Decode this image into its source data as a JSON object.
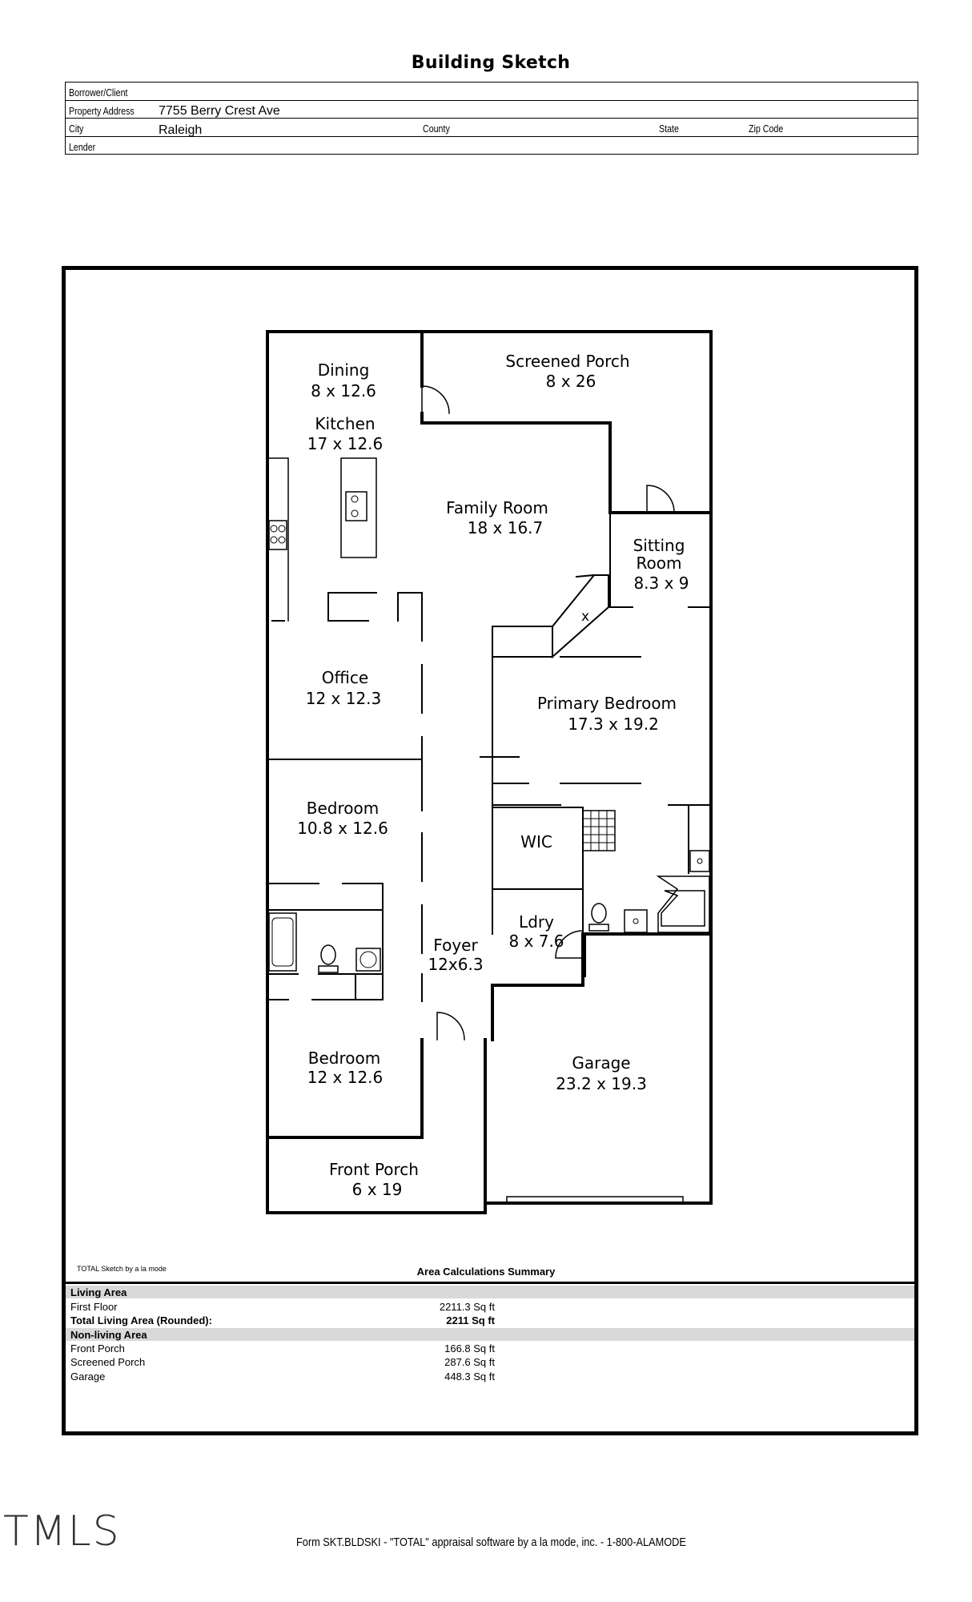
{
  "header": {
    "title": "Building Sketch",
    "borrower_label": "Borrower/Client",
    "borrower_value": "",
    "address_label": "Property Address",
    "address_value": "7755 Berry Crest Ave",
    "city_label": "City",
    "city_value": "Raleigh",
    "county_label": "County",
    "county_value": "",
    "state_label": "State",
    "state_value": "",
    "zip_label": "Zip Code",
    "zip_value": "",
    "lender_label": "Lender",
    "lender_value": ""
  },
  "rooms": [
    {
      "id": "dining",
      "name": "Dining",
      "dims": "8 x 12.6"
    },
    {
      "id": "kitchen",
      "name": "Kitchen",
      "dims": "17 x 12.6"
    },
    {
      "id": "screened-porch",
      "name": "Screened Porch",
      "dims": "8 x 26"
    },
    {
      "id": "family-room",
      "name": "Family Room",
      "dims": "18 x 16.7"
    },
    {
      "id": "sitting-room",
      "name": "Sitting Room",
      "dims": "8.3 x 9"
    },
    {
      "id": "office",
      "name": "Office",
      "dims": "12 x 12.3"
    },
    {
      "id": "primary-bedroom",
      "name": "Primary Bedroom",
      "dims": "17.3 x 19.2"
    },
    {
      "id": "bedroom-1",
      "name": "Bedroom",
      "dims": "10.8 x 12.6"
    },
    {
      "id": "wic",
      "name": "WIC",
      "dims": ""
    },
    {
      "id": "laundry",
      "name": "Ldry",
      "dims": "8 x 7.6"
    },
    {
      "id": "foyer",
      "name": "Foyer",
      "dims": "12x6.3"
    },
    {
      "id": "bedroom-2",
      "name": "Bedroom",
      "dims": "12 x 12.6"
    },
    {
      "id": "garage",
      "name": "Garage",
      "dims": "23.2 x 19.3"
    },
    {
      "id": "front-porch",
      "name": "Front Porch",
      "dims": "6 x 19"
    }
  ],
  "plan_marks": {
    "x_mark": "x"
  },
  "summary": {
    "credit": "TOTAL Sketch by a la mode",
    "title": "Area Calculations Summary",
    "living_header": "Living Area",
    "living": [
      {
        "name": "First Floor",
        "value": "2211.3 Sq ft"
      },
      {
        "name": "Total Living Area (Rounded):",
        "value": "2211 Sq ft"
      }
    ],
    "nonliving_header": "Non-living Area",
    "nonliving": [
      {
        "name": "Front Porch",
        "value": "166.8 Sq ft"
      },
      {
        "name": "Screened Porch",
        "value": "287.6 Sq ft"
      },
      {
        "name": "Garage",
        "value": "448.3 Sq ft"
      }
    ]
  },
  "logo": "TMLS",
  "footer": "Form SKT.BLDSKI - \"TOTAL\" appraisal software by a la mode, inc. - 1-800-ALAMODE"
}
